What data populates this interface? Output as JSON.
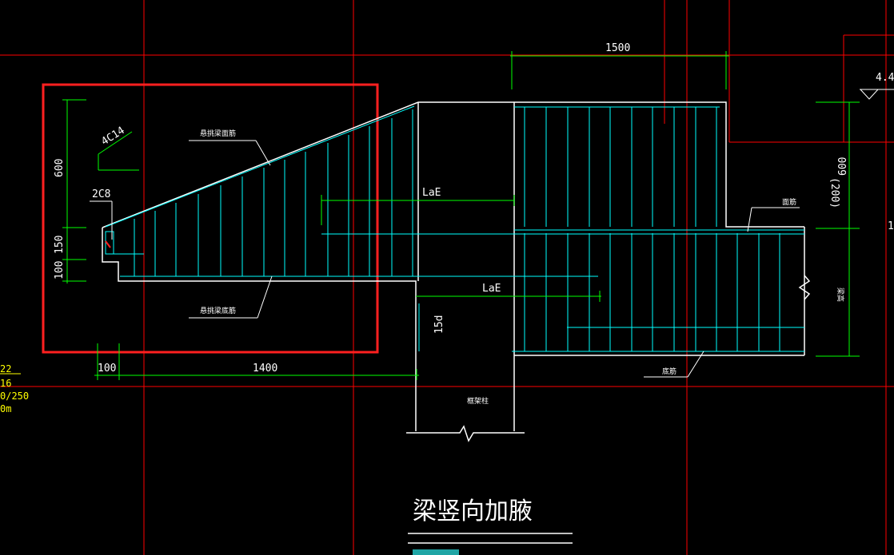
{
  "drawing": {
    "title": "梁竖向加腋",
    "colors": {
      "background": "#000000",
      "grid": "#ff0000",
      "outline": "#ffffff",
      "rebar": "#00ffff",
      "dimension": "#00ff00",
      "highlight": "#ff2020",
      "annotation": "#ffff00"
    },
    "dimensions": {
      "top_1500": "1500",
      "left_600": "600",
      "left_150": "150",
      "left_100": "100",
      "bottom_100": "100",
      "bottom_1400": "1400",
      "right_200": "(200)",
      "right_600": "600",
      "right_44": "4.4",
      "right_1": "1"
    },
    "rebar_labels": {
      "top_4c14": "4C14",
      "stirrup_2c8": "2C8",
      "lae_upper": "LaE",
      "lae_lower": "LaE",
      "anchor_15d": "15d"
    },
    "notes": {
      "cantilever_top_bar": "悬挑梁面筋",
      "cantilever_bottom_bar": "悬挑梁底筋",
      "face_bar": "面筋",
      "bottom_bar": "底筋",
      "frame_column": "框架柱",
      "side_label": "梁高"
    },
    "left_annotations": [
      "22",
      "16",
      "0/250",
      "0m"
    ]
  }
}
